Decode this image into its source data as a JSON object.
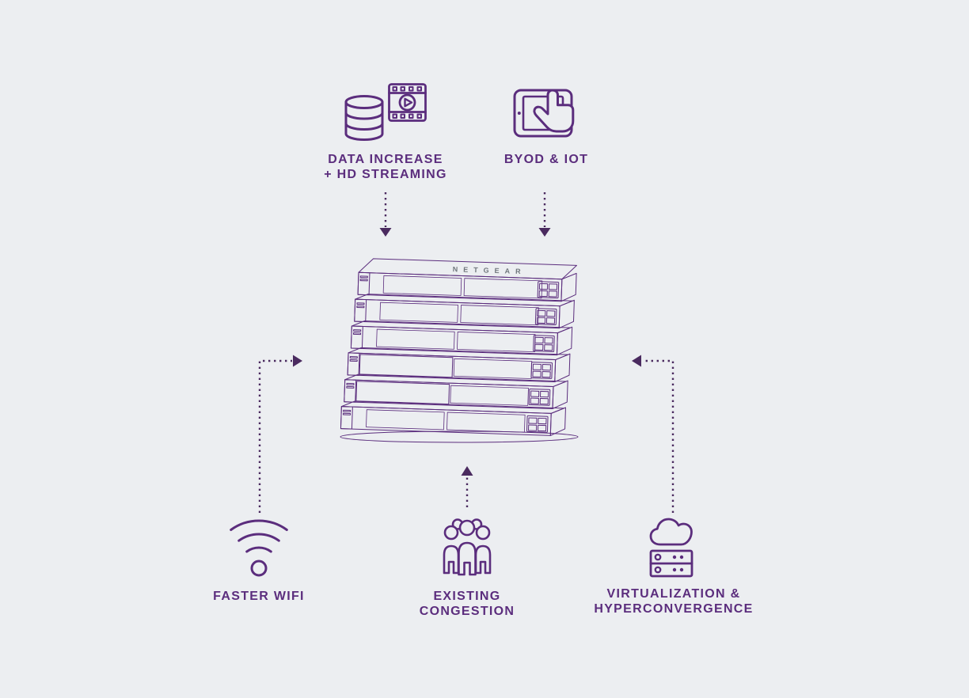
{
  "page": {
    "background": "#eceef1"
  },
  "theme": {
    "purple": "#5b2d7d",
    "arrow_color": "#4a2a5f",
    "switch_blue": "#2b4a90"
  },
  "nodes": {
    "data_increase": {
      "label_line1": "DATA INCREASE",
      "label_line2": "+ HD STREAMING",
      "icons": [
        "database-icon",
        "video-stream-icon"
      ]
    },
    "byod_iot": {
      "label_line1": "BYOD & IOT",
      "icons": [
        "tablet-touch-icon"
      ]
    },
    "faster_wifi": {
      "label_line1": "FASTER WIFI",
      "icons": [
        "wifi-icon"
      ]
    },
    "existing_congestion": {
      "label_line1": "EXISTING",
      "label_line2": "CONGESTION",
      "icons": [
        "people-crowd-icon"
      ]
    },
    "virtualization": {
      "label_line1": "VIRTUALIZATION &",
      "label_line2": "HYPERCONVERGENCE",
      "icons": [
        "cloud-server-icon"
      ]
    }
  },
  "stack": {
    "brand": "NETGEAR",
    "units": [
      {
        "name": "48-port-switch",
        "layout": "48",
        "ports": "yellow",
        "front": "#979ca3",
        "top": "#a6abb1",
        "side": "#787d85",
        "cap": "#b9bdc2"
      },
      {
        "name": "48-port-poe-switch",
        "layout": "48",
        "ports": "yellow",
        "front": "#6b7380",
        "top": "#8a9099",
        "side": "#50565f",
        "cap": "#8f959d"
      },
      {
        "name": "48-port-switch-dark",
        "layout": "48",
        "ports": "white",
        "front": "#4d535d",
        "top": "#6a707a",
        "side": "#383d45",
        "cap": "#c6c9cd"
      },
      {
        "name": "24-port-switch",
        "layout": "24",
        "ports": "yellow",
        "front": "#7e8594",
        "top": "#959aa6",
        "side": "#5d6472",
        "cap": "#aeb2bb",
        "blank": "#555b69"
      },
      {
        "name": "24-port-switch",
        "layout": "24",
        "ports": "yellow",
        "front": "#7e8594",
        "top": "#959aa6",
        "side": "#5d6472",
        "cap": "#aeb2bb",
        "blank": "#555b69"
      },
      {
        "name": "48-port-switch-blue",
        "layout": "48",
        "ports": "white",
        "front": "#2b4a90",
        "top": "#667080",
        "side": "#4e5662",
        "cap": "#3c5aa5"
      }
    ]
  }
}
